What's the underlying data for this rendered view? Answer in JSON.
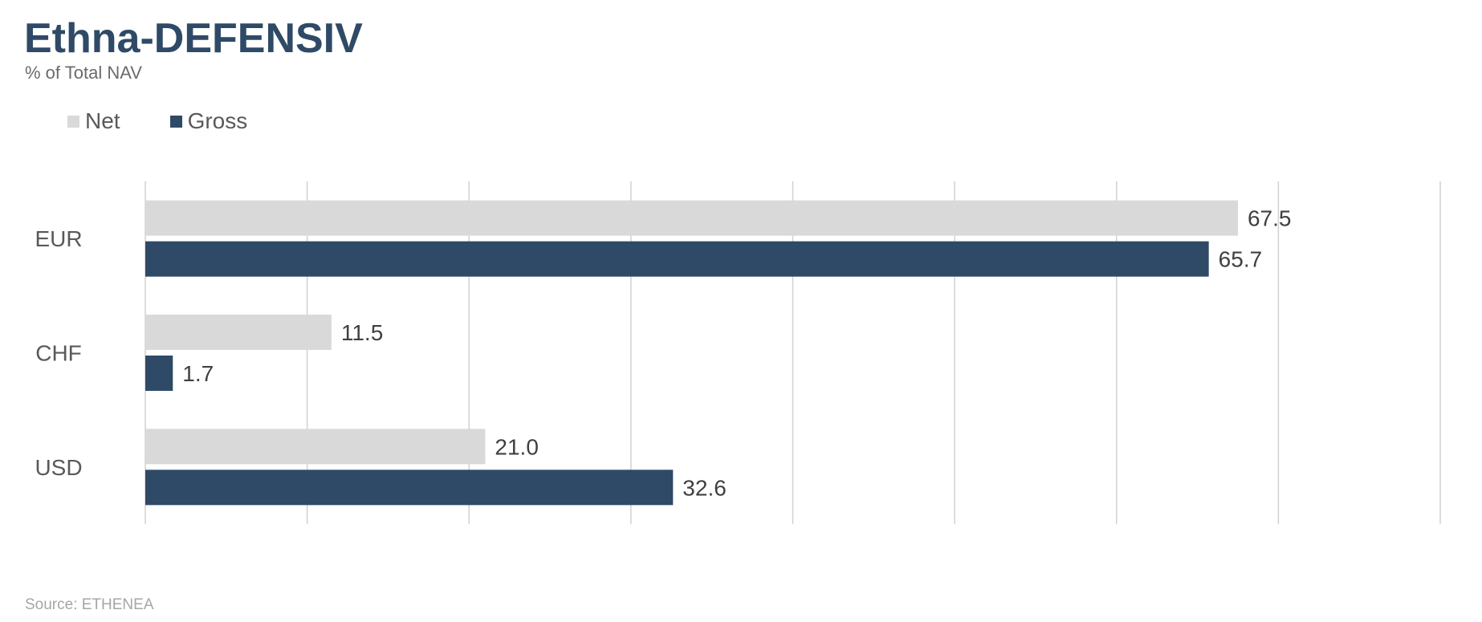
{
  "colors": {
    "title": "#2f4a66",
    "net": "#d9d9d9",
    "gross": "#2f4a66",
    "grid": "#d0d0d0"
  },
  "chart_data": {
    "type": "bar",
    "orientation": "horizontal",
    "title": "Ethna-DEFENSIV",
    "subtitle": "% of Total NAV",
    "source": "Source: ETHENEA",
    "categories": [
      "EUR",
      "CHF",
      "USD"
    ],
    "series": [
      {
        "name": "Net",
        "values": [
          67.5,
          11.5,
          21.0
        ]
      },
      {
        "name": "Gross",
        "values": [
          65.7,
          1.7,
          32.6
        ]
      }
    ],
    "value_labels": [
      [
        "67.5",
        "11.5",
        "21.0"
      ],
      [
        "65.7",
        "1.7",
        "32.6"
      ]
    ],
    "xlim": [
      0,
      80
    ],
    "grid": true,
    "legend_position": "top-left",
    "axis_tick_labels_shown": false
  }
}
